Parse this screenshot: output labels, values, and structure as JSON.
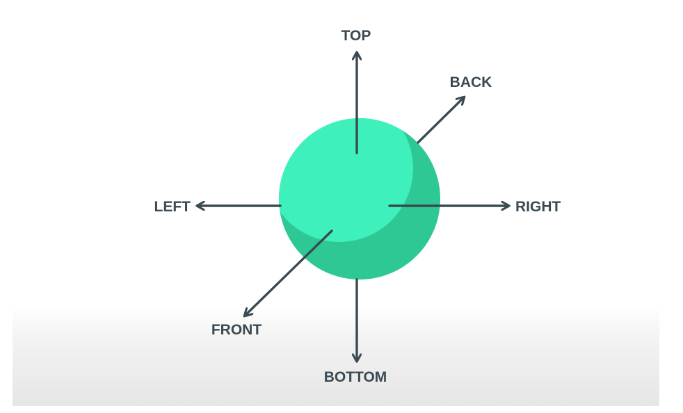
{
  "diagram": {
    "labels": {
      "top": "TOP",
      "back": "BACK",
      "left": "LEFT",
      "right": "RIGHT",
      "front": "FRONT",
      "bottom": "BOTTOM"
    },
    "colors": {
      "sphere_light": "#3df0bc",
      "sphere_dark": "#2ec895",
      "arrow": "#3a4a52",
      "label": "#3a4a52"
    }
  }
}
